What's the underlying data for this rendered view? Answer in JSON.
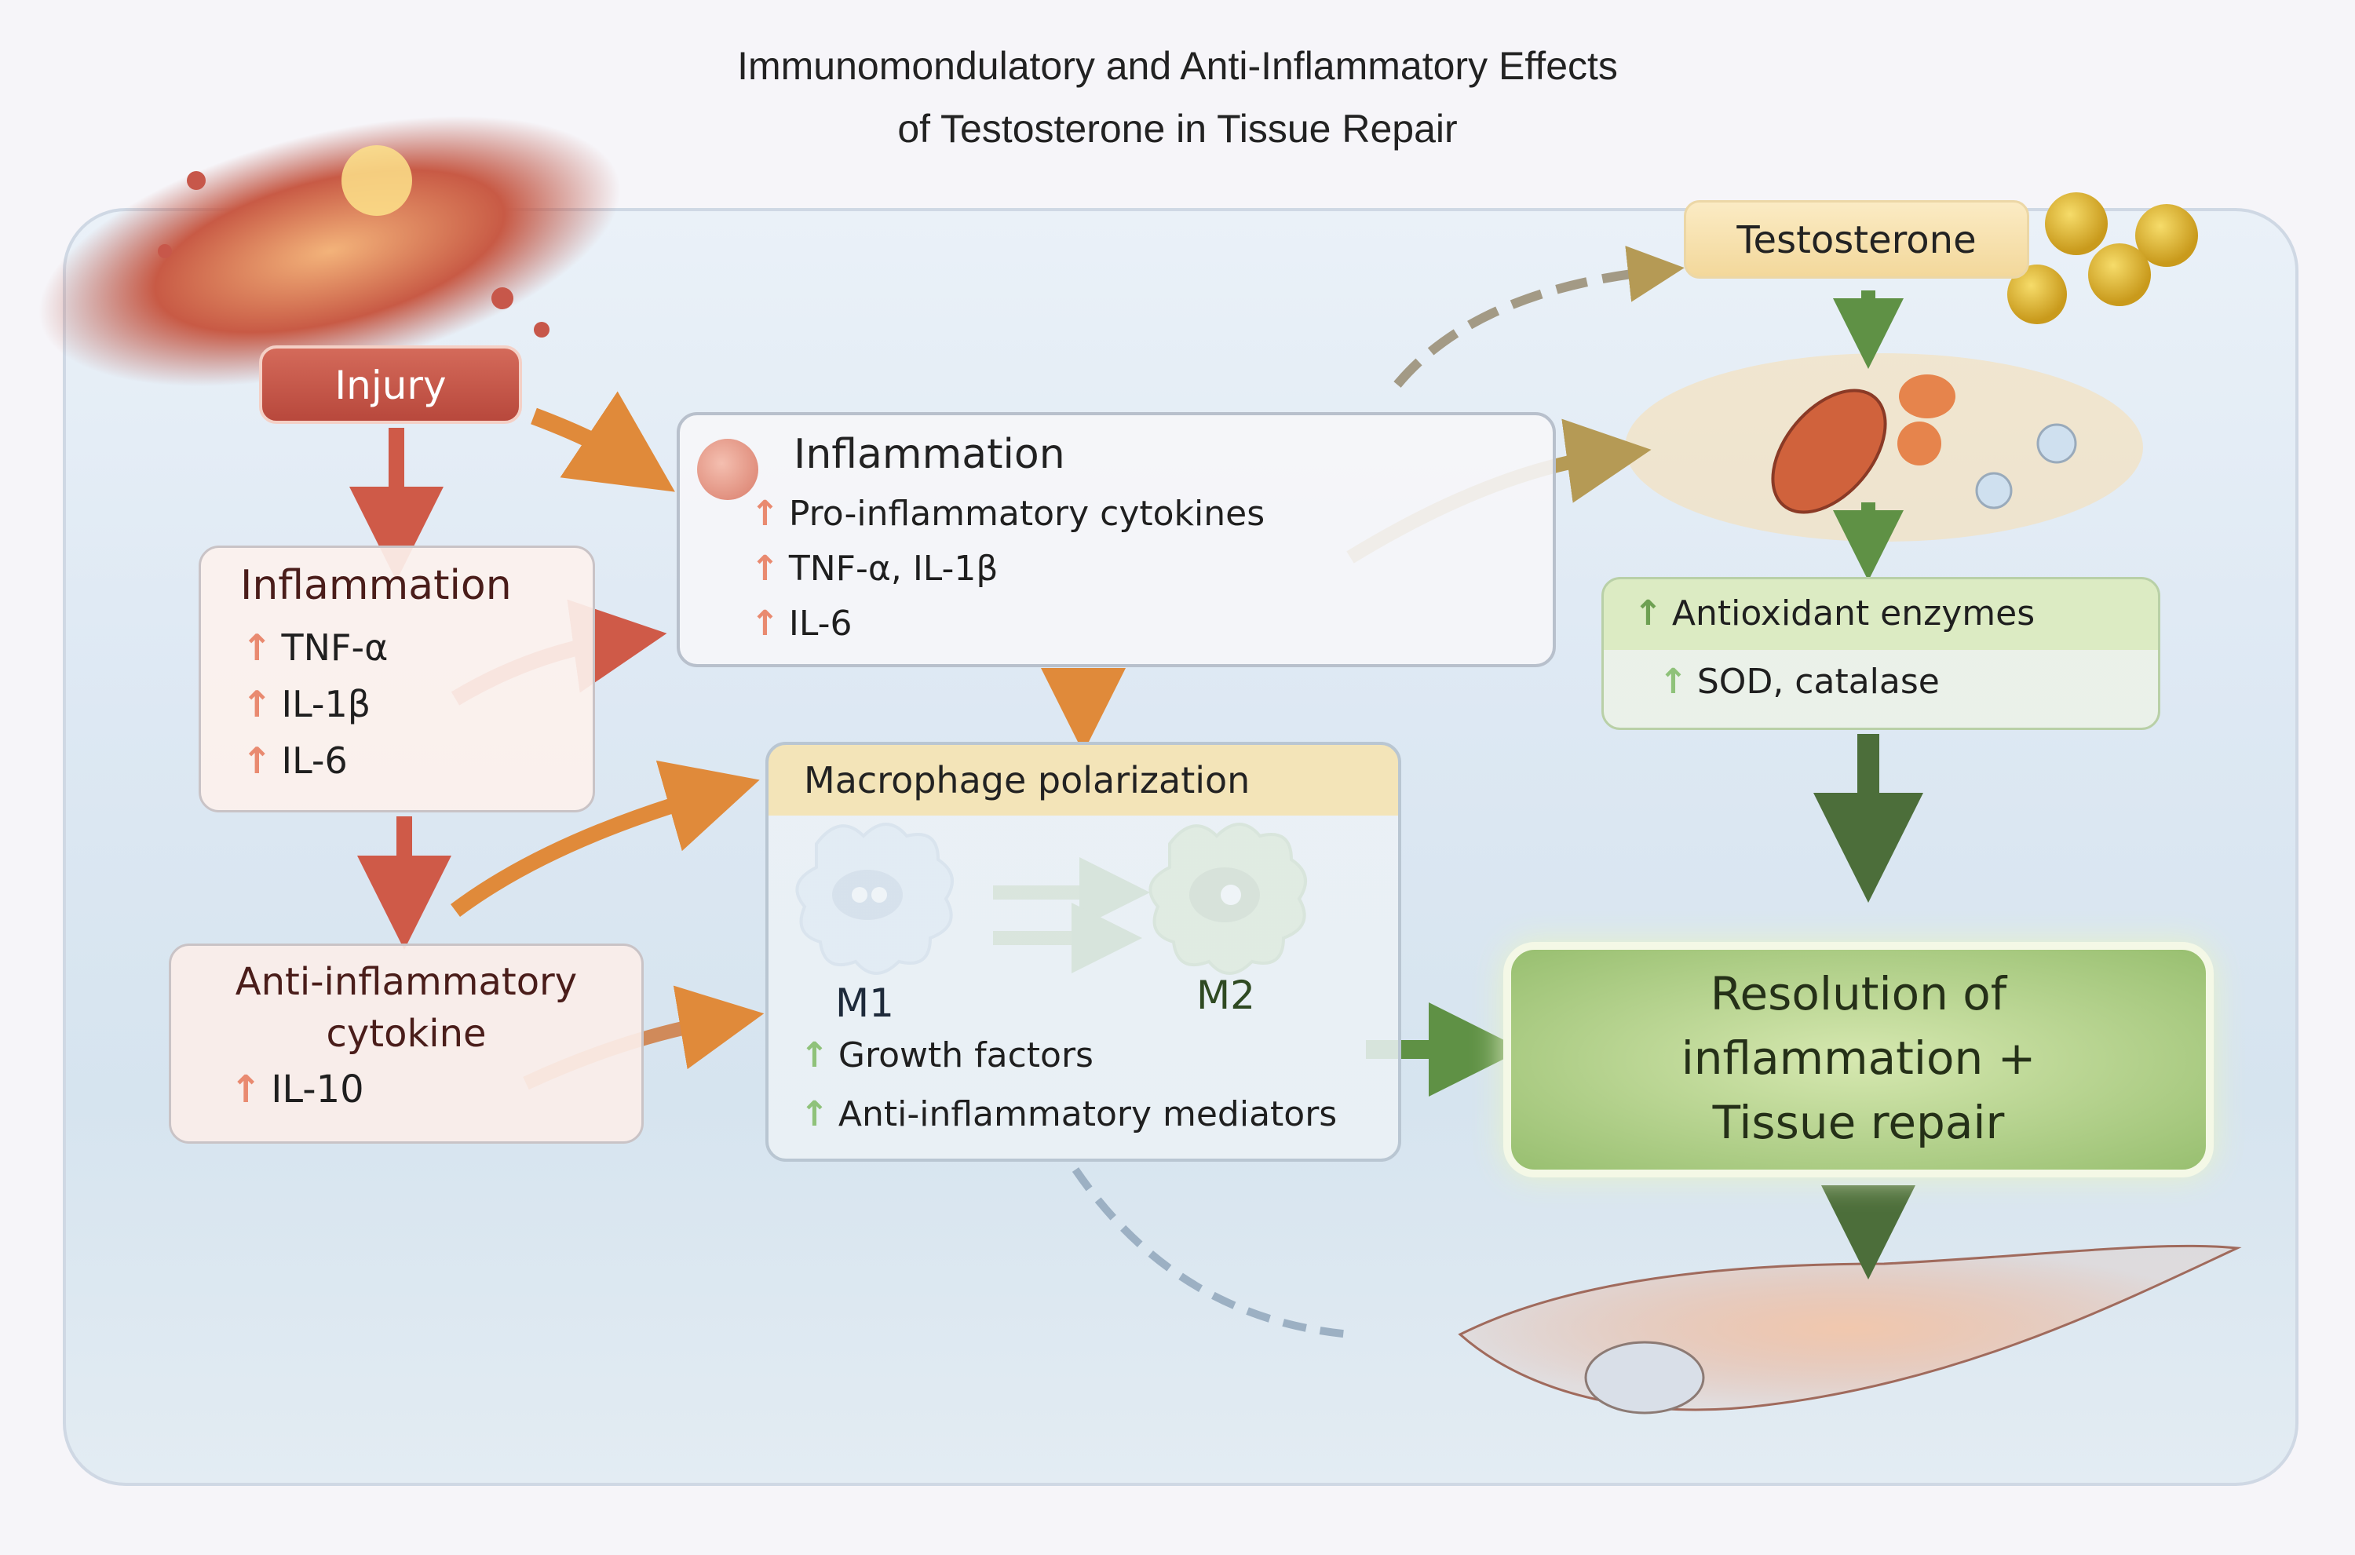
{
  "title": {
    "line1": "Immunomondulatory and Anti-Inflammatory Effects",
    "line2": "of Testosterone in Tissue Repair"
  },
  "injury": {
    "label": "Injury"
  },
  "inflammation_left": {
    "heading": "Inflammation",
    "items": [
      "TNF-α",
      "IL-1β",
      "IL-6"
    ]
  },
  "anti_inflammatory": {
    "heading_line1": "Anti-inflammatory",
    "heading_line2": "cytokine",
    "items": [
      "IL-10"
    ]
  },
  "inflammation_center": {
    "heading": "Inflammation",
    "items": [
      "Pro-inflammatory cytokines",
      "TNF-α, IL-1β",
      "IL-6"
    ]
  },
  "macrophage": {
    "heading": "Macrophage polarization",
    "m1_label": "M1",
    "m2_label": "M2",
    "items": [
      "Growth factors",
      "Anti-inflammatory mediators"
    ]
  },
  "testosterone": {
    "label": "Testosterone"
  },
  "antioxidant": {
    "items": [
      "Antioxidant enzymes",
      "SOD, catalase"
    ]
  },
  "resolution": {
    "line1": "Resolution of",
    "line2": "inflammation +",
    "line3": "Tissue repair"
  },
  "icons": {
    "up_arrow": "↑"
  },
  "colors": {
    "injury": "#c85a4c",
    "inflammation_arrow": "#d8624f",
    "orange_arrow": "#e08a3a",
    "green_arrow": "#5f9145",
    "up_red": "#e98a70",
    "up_green": "#8fc27a",
    "testosterone_bg": "#f8e4b6",
    "resolution_bg": "#a9c983"
  }
}
